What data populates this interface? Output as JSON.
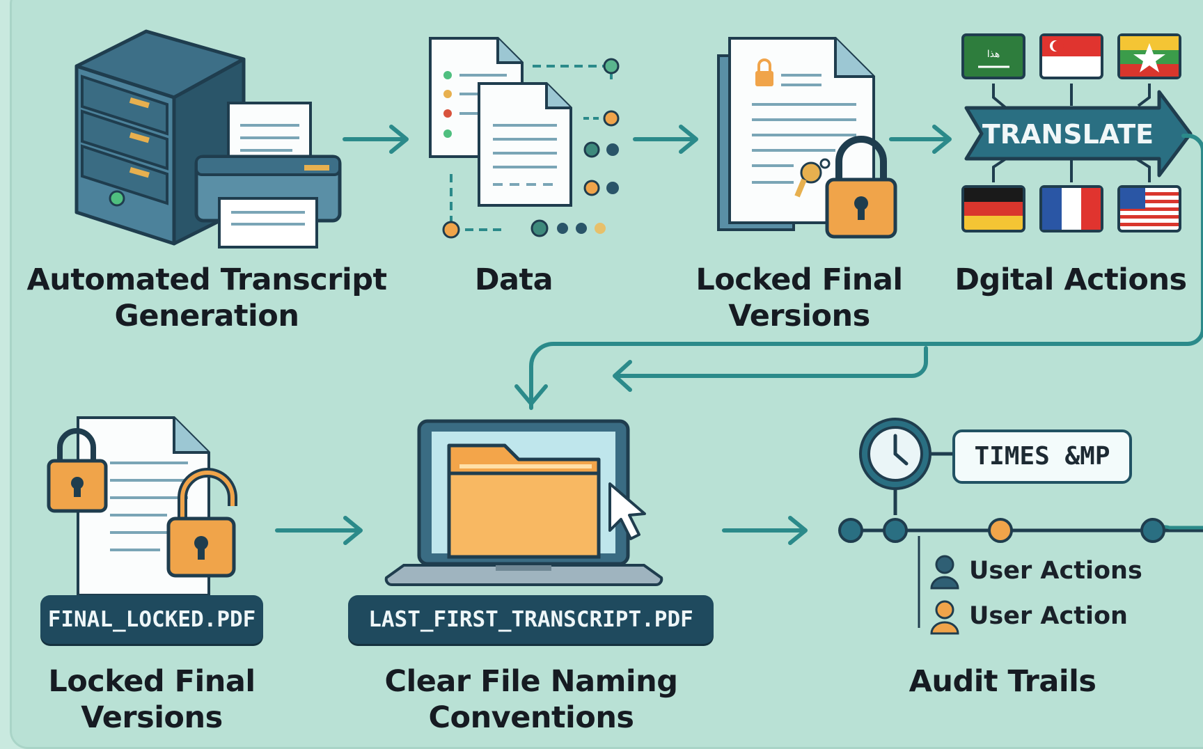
{
  "steps": [
    {
      "label_line1": "Automated Transcript",
      "label_line2": "Generation"
    },
    {
      "label_line1": "Data",
      "label_line2": ""
    },
    {
      "label_line1": "Locked Final",
      "label_line2": "Versions"
    },
    {
      "label_line1": "Dgital Actions",
      "label_line2": ""
    },
    {
      "label_line1": "Locked Final",
      "label_line2": "Versions"
    },
    {
      "label_line1": "Clear File Naming",
      "label_line2": "Conventions"
    },
    {
      "label_line1": "Audit Trails",
      "label_line2": ""
    }
  ],
  "translate_banner": "TRANSLATE",
  "final_locked_filename": "FINAL_LOCKED.PDF",
  "naming_filename": "LAST_FIRST_TRANSCRIPT.PDF",
  "timestamp_label": "TIMES &MP",
  "flag_label_top_left": "ﻫﺬﺍ",
  "audit_legend": [
    {
      "label": "User Actions",
      "color": "#2f5f74"
    },
    {
      "label": "User Action",
      "color": "#f0a44a"
    }
  ],
  "colors": {
    "background": "#c9e9df",
    "arrow": "#2b8a8a",
    "navy": "#1f4a5e",
    "orange": "#f0a44a",
    "text": "#161b22"
  },
  "icons": [
    "server-icon",
    "printer-icon",
    "documents-icon",
    "lock-icon",
    "key-icon",
    "flag-icons",
    "laptop-icon",
    "folder-icon",
    "cursor-icon",
    "clock-icon",
    "user-icon"
  ]
}
